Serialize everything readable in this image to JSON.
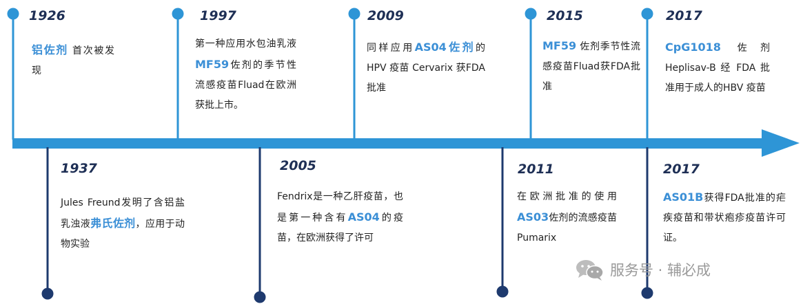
{
  "colors": {
    "top_accent": "#2e95d6",
    "bottom_accent": "#1e3a6e",
    "highlight": "#3b8fd6"
  },
  "top_events": [
    {
      "year": "1926",
      "segments": [
        {
          "t": "铝佐剂",
          "hl": true
        },
        {
          "t": " 首次被发现",
          "hl": false
        }
      ]
    },
    {
      "year": "1997",
      "segments": [
        {
          "t": "第一种应用水包油乳液",
          "hl": false
        },
        {
          "t": "MF59",
          "hl": true
        },
        {
          "t": "佐剂的季节性流感疫苗Fluad在欧洲获批上市。",
          "hl": false
        }
      ]
    },
    {
      "year": "2009",
      "segments": [
        {
          "t": "同样应用",
          "hl": false
        },
        {
          "t": "AS04佐剂",
          "hl": true
        },
        {
          "t": "的 HPV 疫苗 Cervarix 获FDA批准",
          "hl": false
        }
      ]
    },
    {
      "year": "2015",
      "segments": [
        {
          "t": "MF59",
          "hl": true
        },
        {
          "t": " 佐剂季节性流感疫苗Fluad获FDA批准",
          "hl": false
        }
      ]
    },
    {
      "year": "2017",
      "segments": [
        {
          "t": "CpG1018",
          "hl": true
        },
        {
          "t": " 佐剂 Heplisav-B 经 FDA 批准用于成人的HBV 疫苗",
          "hl": false
        }
      ]
    }
  ],
  "bottom_events": [
    {
      "year": "1937",
      "segments": [
        {
          "t": "Jules Freund发明了含铝盐乳浊液",
          "hl": false
        },
        {
          "t": "弗氏佐剂",
          "hl": true
        },
        {
          "t": "，应用于动物实验",
          "hl": false
        }
      ]
    },
    {
      "year": "2005",
      "segments": [
        {
          "t": "Fendrix是一种乙肝疫苗，也是第一种含有",
          "hl": false
        },
        {
          "t": "AS04",
          "hl": true
        },
        {
          "t": "的疫苗，在欧洲获得了许可",
          "hl": false
        }
      ]
    },
    {
      "year": "2011",
      "segments": [
        {
          "t": "在欧洲批准的使用",
          "hl": false
        },
        {
          "t": "AS03",
          "hl": true
        },
        {
          "t": "佐剂的流感疫苗 Pumarix",
          "hl": false
        }
      ]
    },
    {
      "year": "2017",
      "segments": [
        {
          "t": "AS01B",
          "hl": true
        },
        {
          "t": "获得FDA批准的疟疾疫苗和带状疱疹疫苗许可证。",
          "hl": false
        }
      ]
    }
  ],
  "watermark": {
    "icon": "wechat-icon",
    "text": "服务号 · 辅必成"
  }
}
